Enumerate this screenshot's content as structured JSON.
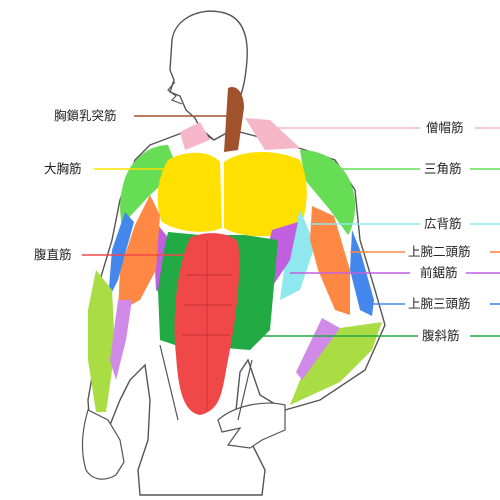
{
  "labels": {
    "scm": "胸鎖乳突筋",
    "pec": "大胸筋",
    "rectus": "腹直筋",
    "trap": "僧帽筋",
    "delt": "三角筋",
    "lat": "広背筋",
    "biceps": "上腕二頭筋",
    "serratus": "前鋸筋",
    "triceps": "上腕三頭筋",
    "oblique": "腹斜筋"
  },
  "colors": {
    "scm": "#a0522d",
    "pec": "#ffe000",
    "rectus": "#f04848",
    "trap": "#f5b6c8",
    "delt": "#66dd55",
    "lat": "#8ee8ee",
    "biceps": "#ff8844",
    "serratus": "#c060e0",
    "triceps": "#4488ee",
    "oblique": "#22aa44",
    "forearm": "#aadd44",
    "forearm_purple": "#d08ae8",
    "outline": "#555555",
    "line_text": "#222222"
  }
}
